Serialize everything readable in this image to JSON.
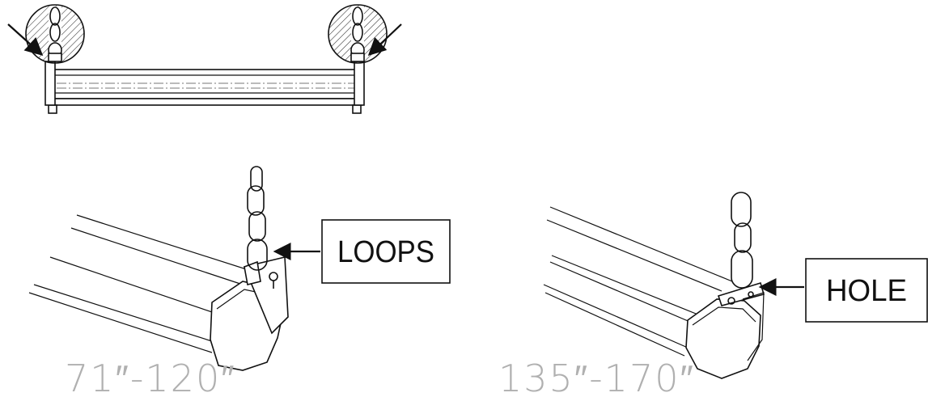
{
  "labels": {
    "loops": "LOOPS",
    "hole": "HOLE"
  },
  "sizes": {
    "left": "71″-120″",
    "right": "135″-170″"
  },
  "colors": {
    "line": "#111111",
    "size_text": "#b0b0b0",
    "hatch": "#333333"
  }
}
